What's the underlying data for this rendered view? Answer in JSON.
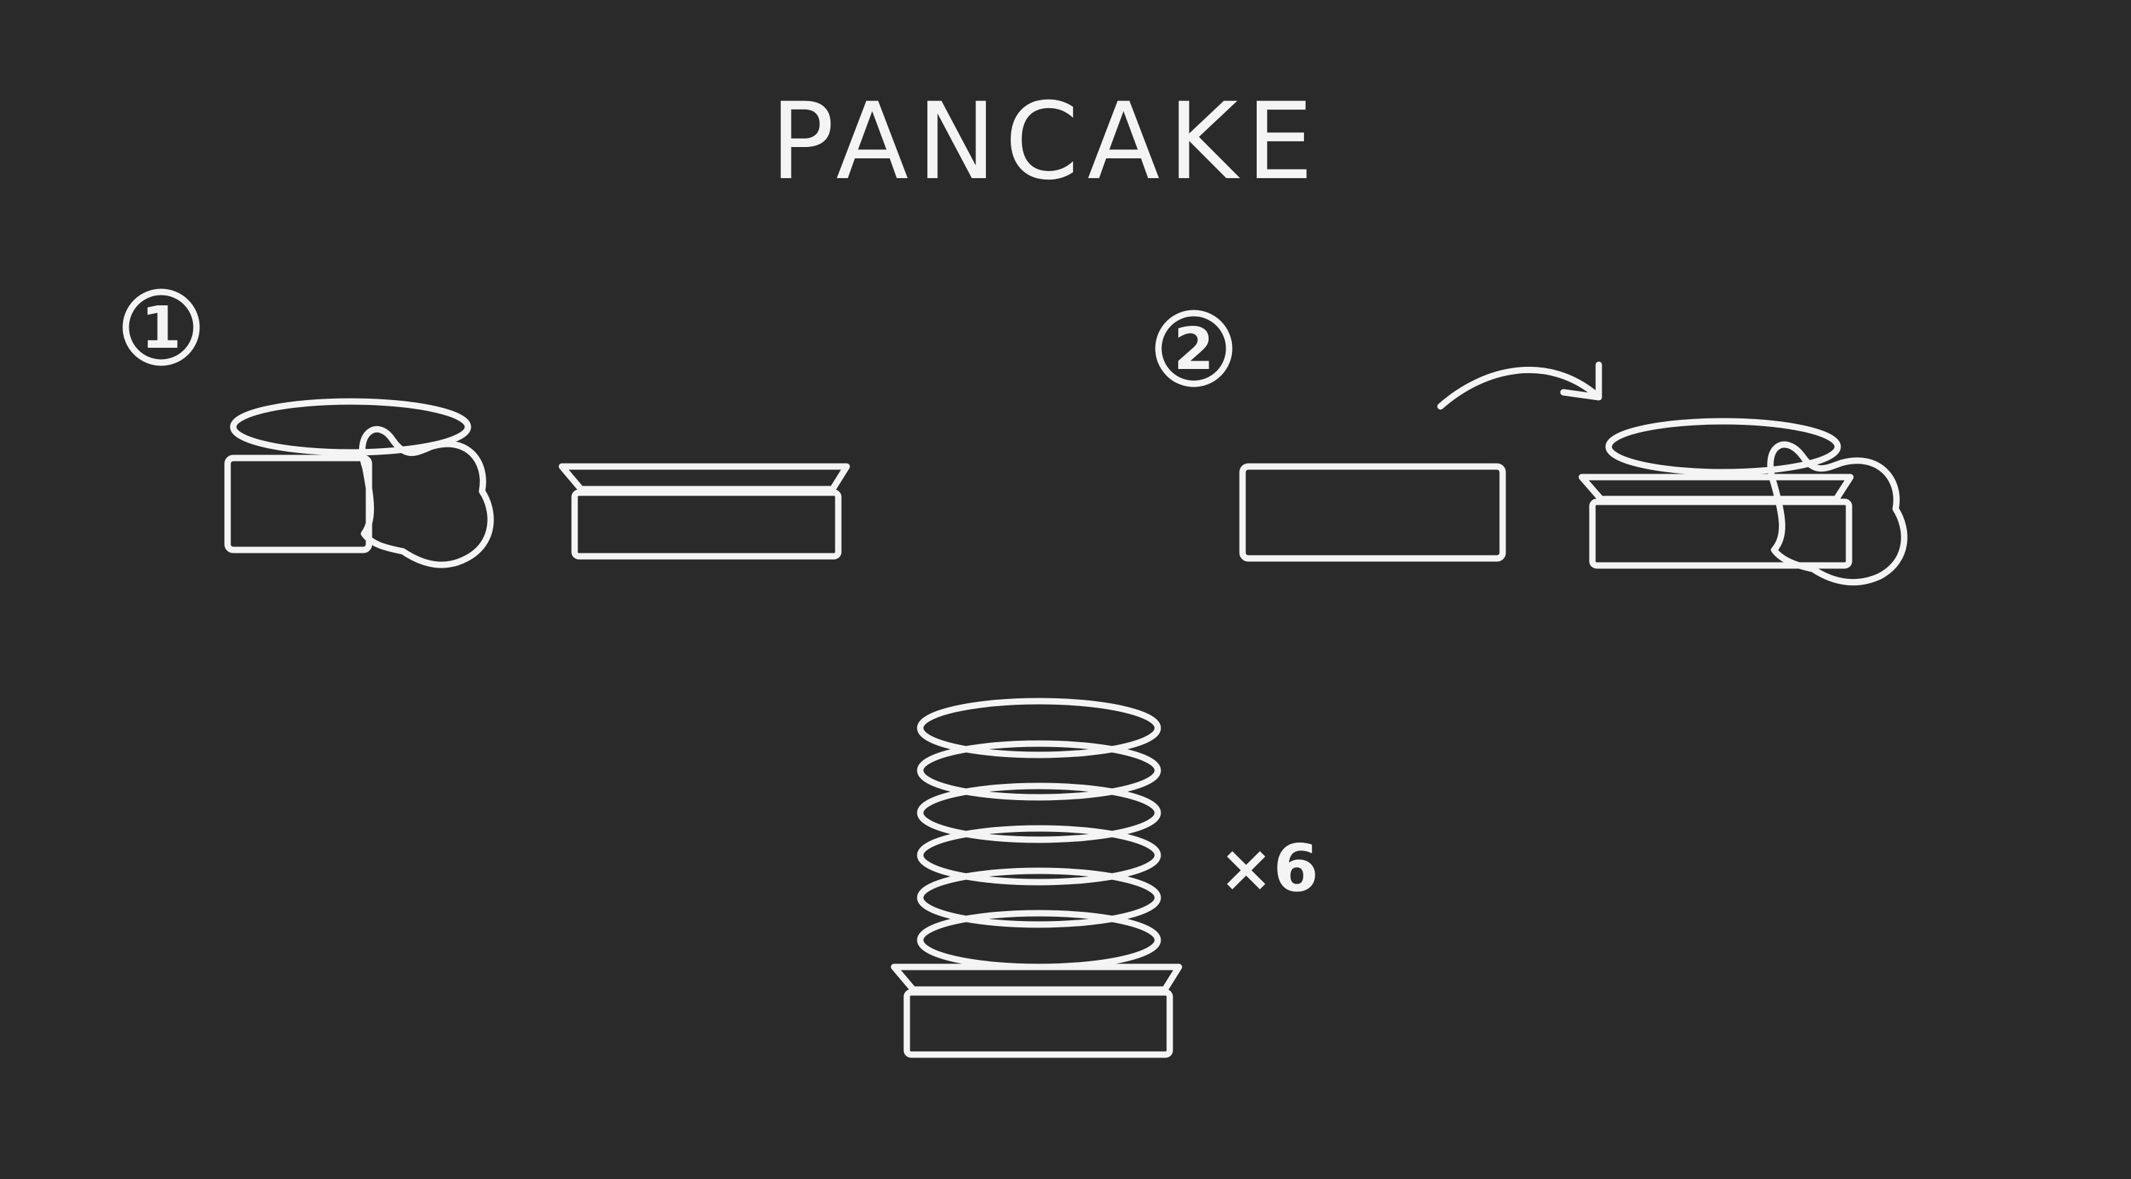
{
  "canvas": {
    "background": "#2a2a2a",
    "ink": "#f4f4f4"
  },
  "title": "PANCAKE",
  "steps": [
    {
      "number": "1"
    },
    {
      "number": "2"
    }
  ],
  "stack": {
    "count_label": "×6",
    "pancake_count": 6
  }
}
